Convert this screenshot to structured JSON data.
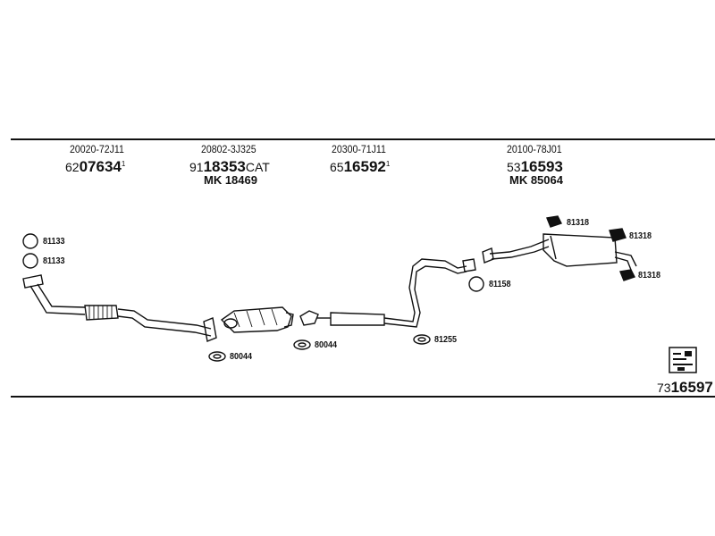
{
  "groups": [
    {
      "oem": "20020-72J11",
      "prefix": "62",
      "number": "07634",
      "suffix": "1",
      "mk": ""
    },
    {
      "oem": "20802-3J325",
      "prefix": "91",
      "number": "18353",
      "suffix": "CAT",
      "mk": "MK 18469"
    },
    {
      "oem": "20300-71J11",
      "prefix": "65",
      "number": "16592",
      "suffix": "1",
      "mk": ""
    },
    {
      "oem": "20100-78J01",
      "prefix": "53",
      "number": "16593",
      "suffix": "",
      "mk": "MK 85064"
    }
  ],
  "parts": {
    "ring_a": "81133",
    "ring_b": "81133",
    "gasket_a": "80044",
    "gasket_b": "80044",
    "ring_c": "81158",
    "gasket_c": "81255",
    "hanger_a": "81318",
    "hanger_b": "81318",
    "hanger_c": "81318"
  },
  "set": {
    "prefix": "73",
    "number": "16597"
  },
  "brand_icon": "exhaust-system-logo-icon"
}
